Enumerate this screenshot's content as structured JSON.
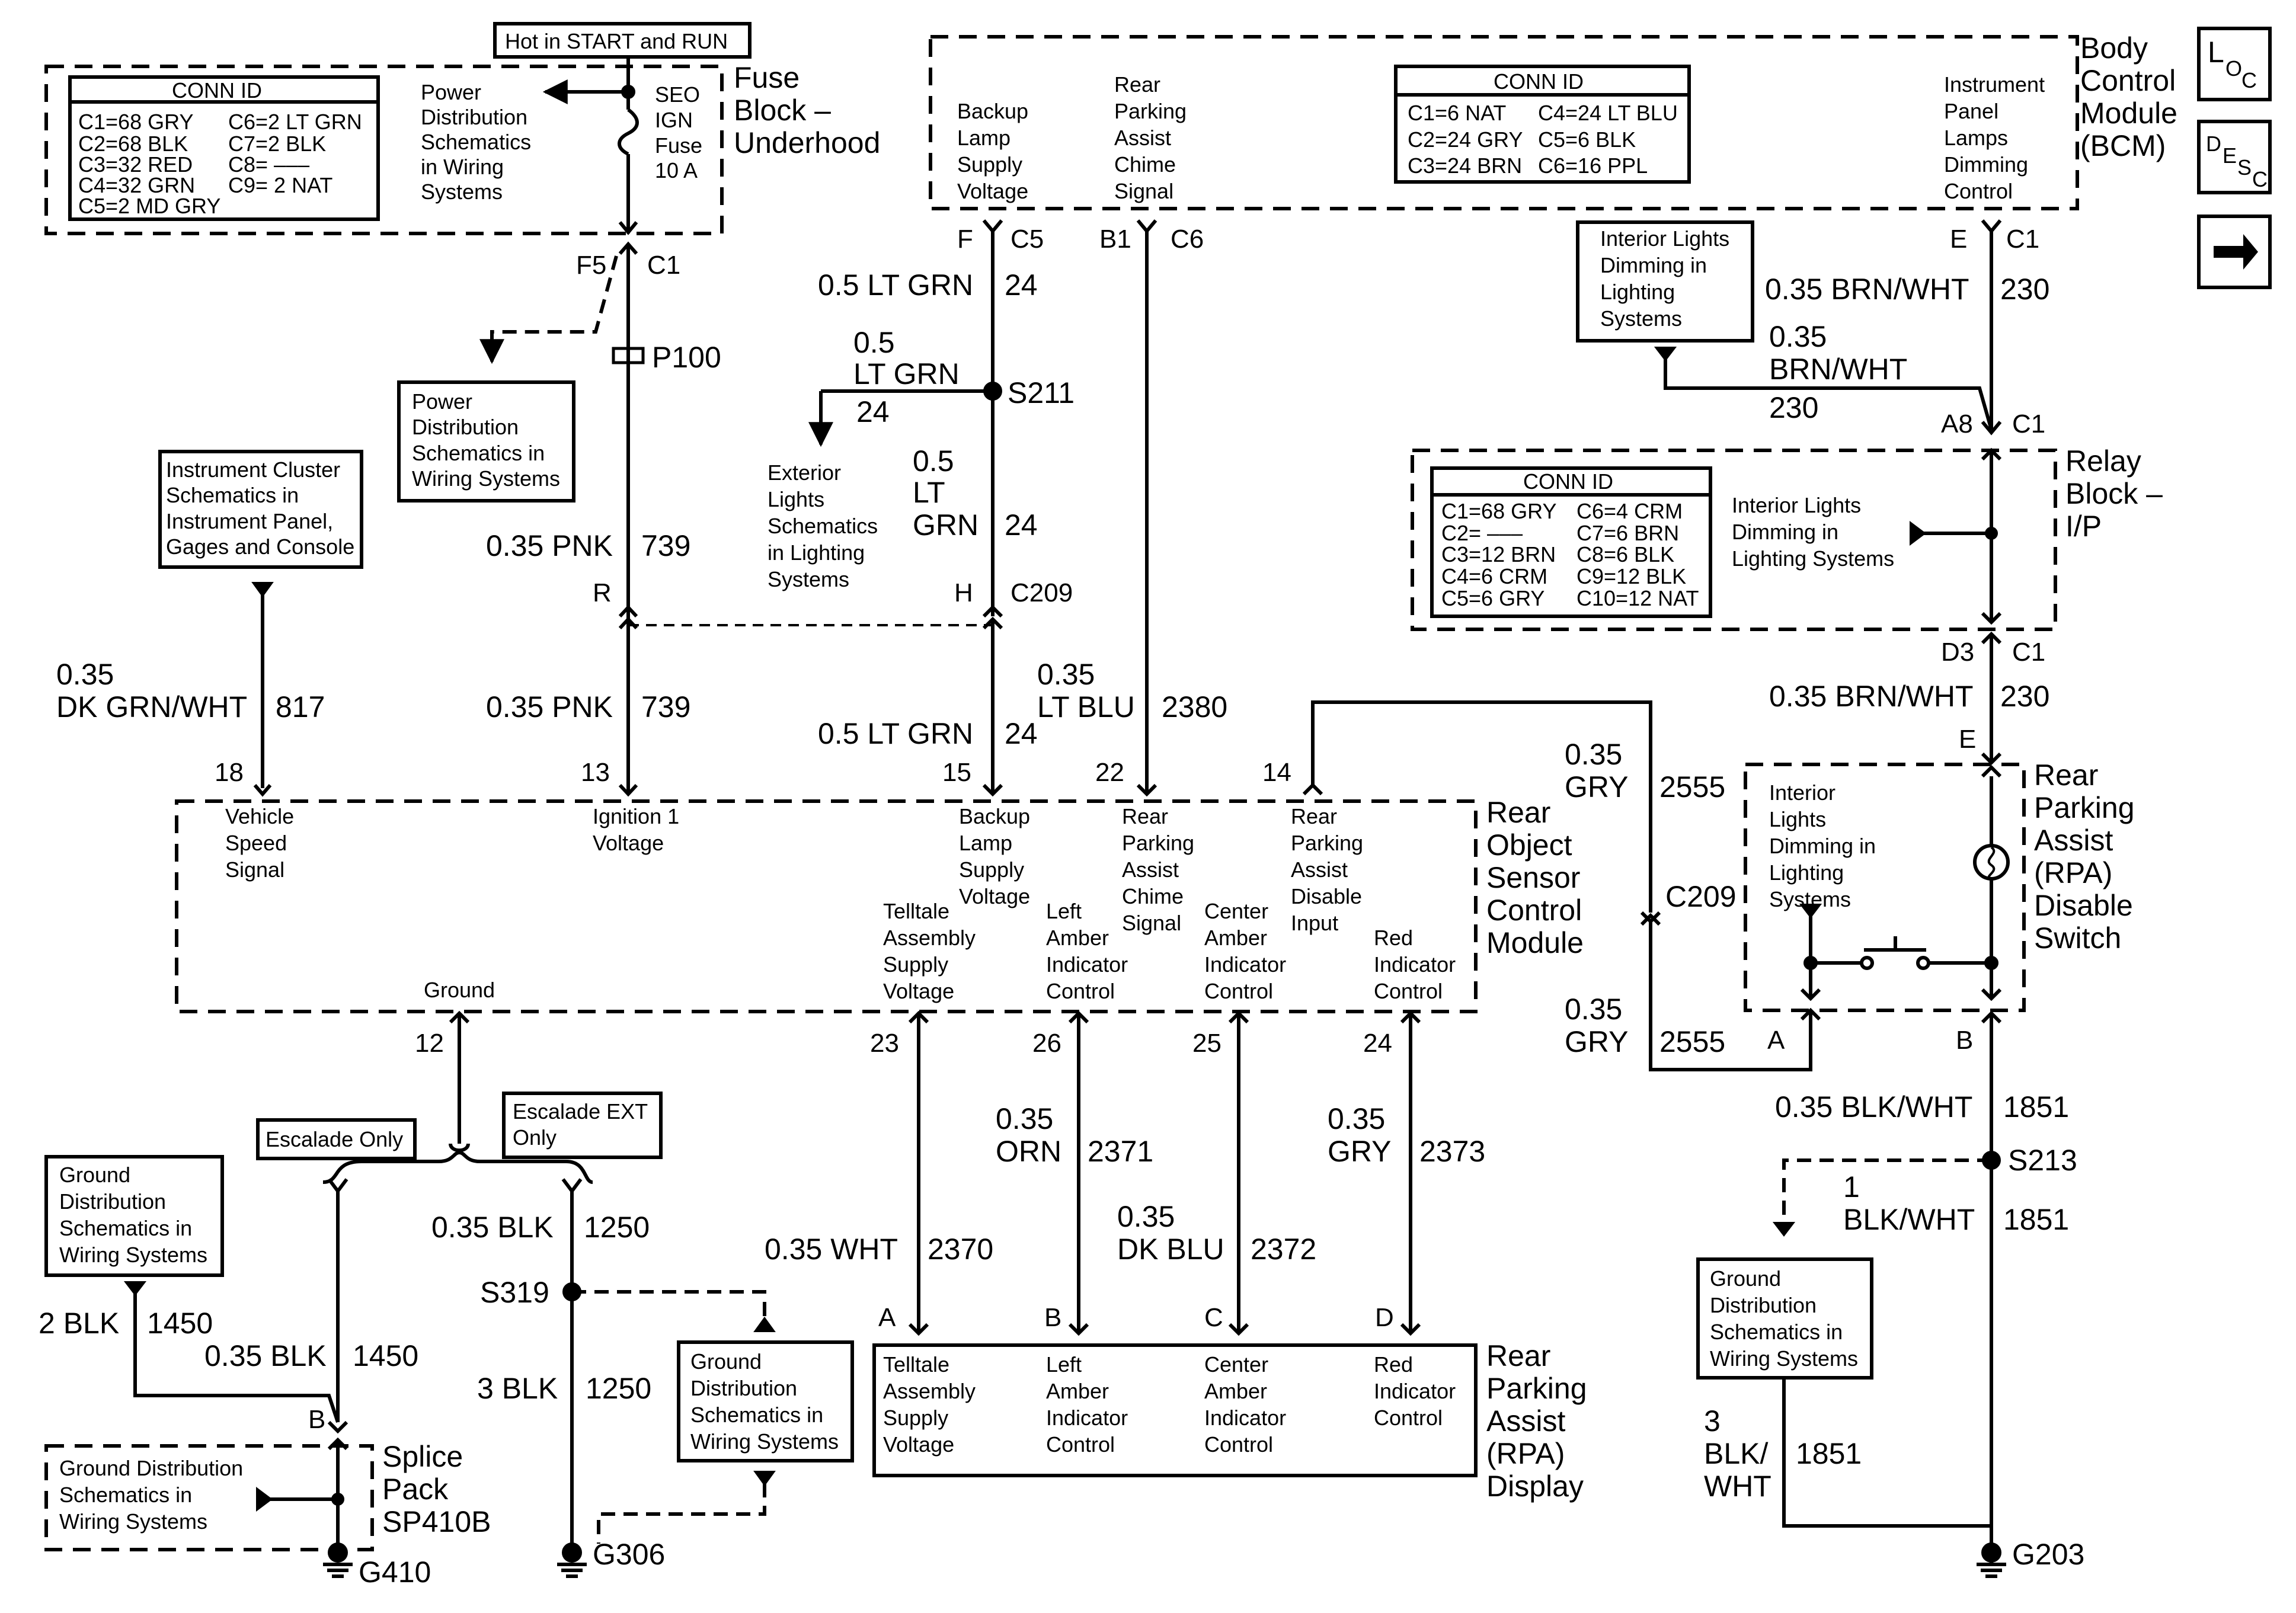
{
  "diagram": {
    "hot_box": "Hot in START and RUN",
    "fuse_block": {
      "title": [
        "Fuse",
        "Block –",
        "Underhood"
      ],
      "conn_title": "CONN ID",
      "conn_col1": [
        "C1=68 GRY",
        "C2=68 BLK",
        "C3=32 RED",
        "C4=32 GRN",
        "C5=2 MD GRY"
      ],
      "conn_col2": [
        "C6=2 LT GRN",
        "C7=2 BLK",
        "C8= –––",
        "C9= 2 NAT"
      ],
      "power_ref": [
        "Power",
        "Distribution",
        "Schematics",
        "in Wiring",
        "Systems"
      ],
      "fuse_label": [
        "SEO",
        "IGN",
        "Fuse",
        "10 A"
      ],
      "pin_f5": "F5",
      "pin_c1": "C1"
    },
    "power_dist_box": [
      "Power",
      "Distribution",
      "Schematics in",
      "Wiring Systems"
    ],
    "p100": "P100",
    "instrument_box": [
      "Instrument Cluster",
      "Schematics in",
      "Instrument Panel,",
      "Gages and Console"
    ],
    "bcm": {
      "title": [
        "Body",
        "Control",
        "Module",
        "(BCM)"
      ],
      "backup": [
        "Backup",
        "Lamp",
        "Supply",
        "Voltage"
      ],
      "rpa_chime": [
        "Rear",
        "Parking",
        "Assist",
        "Chime",
        "Signal"
      ],
      "ip_dim": [
        "Instrument",
        "Panel",
        "Lamps",
        "Dimming",
        "Control"
      ],
      "conn_title": "CONN ID",
      "conn_col1": [
        "C1=6 NAT",
        "C2=24 GRY",
        "C3=24 BRN"
      ],
      "conn_col2": [
        "C4=24 LT BLU",
        "C5=6 BLK",
        "C6=16 PPL"
      ],
      "pins": {
        "f": "F",
        "c5": "C5",
        "b1": "B1",
        "c6": "C6",
        "e": "E",
        "c1": "C1"
      }
    },
    "nav": {
      "loc": "LOC",
      "desc": "DESC",
      "arrow_icon": "right-arrow-icon"
    },
    "wires": {
      "w24_a": [
        "0.5 LT GRN",
        "24"
      ],
      "s211": "S211",
      "w24_b_size": "0.5",
      "w24_b_color": "LT GRN",
      "w24_b_num": "24",
      "w24_c": [
        "0.5",
        "LT",
        "GRN",
        "24"
      ],
      "w739_a": [
        "0.35 PNK",
        "739"
      ],
      "w739_b": [
        "0.35 PNK",
        "739"
      ],
      "w24_d": [
        "0.5 LT GRN",
        "24"
      ],
      "w2380": [
        "0.35",
        "LT BLU",
        "2380"
      ],
      "w817": [
        "0.35",
        "DK GRN/WHT",
        "817"
      ],
      "w230_a": [
        "0.35 BRN/WHT",
        "230"
      ],
      "w230_b": [
        "0.35",
        "BRN/WHT",
        "230"
      ],
      "w230_c": [
        "0.35 BRN/WHT",
        "230"
      ],
      "w2555_a": [
        "0.35",
        "GRY",
        "2555"
      ],
      "w2555_b": [
        "0.35",
        "GRY",
        "2555"
      ],
      "w1851_a": [
        "0.35 BLK/WHT",
        "1851"
      ],
      "w1851_b": [
        "1",
        "BLK/WHT",
        "1851"
      ],
      "w1851_c": [
        "3",
        "BLK/",
        "WHT",
        "1851"
      ],
      "w2371": [
        "0.35",
        "ORN",
        "2371"
      ],
      "w2373": [
        "0.35",
        "GRY",
        "2373"
      ],
      "w2370": [
        "0.35 WHT",
        "2370"
      ],
      "w2372": [
        "0.35",
        "DK BLU",
        "2372"
      ],
      "w1250_a": [
        "0.35 BLK",
        "1250"
      ],
      "w1250_b": [
        "3 BLK",
        "1250"
      ],
      "w1450_a": [
        "2 BLK",
        "1450"
      ],
      "w1450_b": [
        "0.35 BLK",
        "1450"
      ],
      "s319": "S319",
      "s213": "S213"
    },
    "pins": {
      "r": "R",
      "h": "H",
      "c209": "C209",
      "a8": "A8",
      "c1_relay": "C1",
      "d3": "D3",
      "c1_d3": "C1",
      "e_rpa": "E",
      "a_rpa": "A",
      "b_rpa": "B",
      "c209_b": "C209",
      "p18": "18",
      "p13": "13",
      "p15": "15",
      "p22": "22",
      "p14": "14",
      "p12": "12",
      "p23": "23",
      "p26": "26",
      "p25": "25",
      "p24": "24",
      "disp_a": "A",
      "disp_b": "B",
      "disp_c": "C",
      "disp_d": "D",
      "b_splice": "B"
    },
    "interior_dim_1": [
      "Interior Lights",
      "Dimming in",
      "Lighting",
      "Systems"
    ],
    "exterior_box": [
      "Exterior",
      "Lights",
      "Schematics",
      "in Lighting",
      "Systems"
    ],
    "relay_block": {
      "title": [
        "Relay",
        "Block –",
        "I/P"
      ],
      "conn_title": "CONN ID",
      "conn_col1": [
        "C1=68 GRY",
        "C2= –––",
        "C3=12 BRN",
        "C4=6 CRM",
        "C5=6 GRY"
      ],
      "conn_col2": [
        "C6=4 CRM",
        "C7=6 BRN",
        "C8=6 BLK",
        "C9=12 BLK",
        "C10=12 NAT"
      ],
      "interior": [
        "Interior Lights",
        "Dimming in",
        "Lighting Systems"
      ]
    },
    "rosc": {
      "title": [
        "Rear",
        "Object",
        "Sensor",
        "Control",
        "Module"
      ],
      "vss": [
        "Vehicle",
        "Speed",
        "Signal"
      ],
      "ign": [
        "Ignition 1",
        "Voltage"
      ],
      "backup": [
        "Backup",
        "Lamp",
        "Supply",
        "Voltage"
      ],
      "chime": [
        "Rear",
        "Parking",
        "Assist",
        "Chime",
        "Signal"
      ],
      "disable": [
        "Rear",
        "Parking",
        "Assist",
        "Disable",
        "Input"
      ],
      "ground": "Ground",
      "telltale": [
        "Telltale",
        "Assembly",
        "Supply",
        "Voltage"
      ],
      "left": [
        "Left",
        "Amber",
        "Indicator",
        "Control"
      ],
      "center": [
        "Center",
        "Amber",
        "Indicator",
        "Control"
      ],
      "red": [
        "Red",
        "Indicator",
        "Control"
      ]
    },
    "rpa_switch": {
      "title": [
        "Rear",
        "Parking",
        "Assist",
        "(RPA)",
        "Disable",
        "Switch"
      ],
      "interior": [
        "Interior",
        "Lights",
        "Dimming in",
        "Lighting",
        "Systems"
      ]
    },
    "escalade_only": "Escalade Only",
    "escalade_ext": [
      "Escalade EXT",
      "Only"
    ],
    "ground_box_1": [
      "Ground",
      "Distribution",
      "Schematics in",
      "Wiring Systems"
    ],
    "ground_box_2": [
      "Ground",
      "Distribution",
      "Schematics in",
      "Wiring Systems"
    ],
    "ground_box_3": [
      "Ground",
      "Distribution",
      "Schematics in",
      "Wiring Systems"
    ],
    "splice_pack": {
      "title": [
        "Splice",
        "Pack",
        "SP410B"
      ],
      "inner": [
        "Ground Distribution",
        "Schematics in",
        "Wiring Systems"
      ]
    },
    "display": {
      "title": [
        "Rear",
        "Parking",
        "Assist",
        "(RPA)",
        "Display"
      ],
      "telltale": [
        "Telltale",
        "Assembly",
        "Supply",
        "Voltage"
      ],
      "left": [
        "Left",
        "Amber",
        "Indicator",
        "Control"
      ],
      "center": [
        "Center",
        "Amber",
        "Indicator",
        "Control"
      ],
      "red": [
        "Red",
        "Indicator",
        "Control"
      ]
    },
    "grounds": {
      "g410": "G410",
      "g306": "G306",
      "g203": "G203"
    }
  }
}
